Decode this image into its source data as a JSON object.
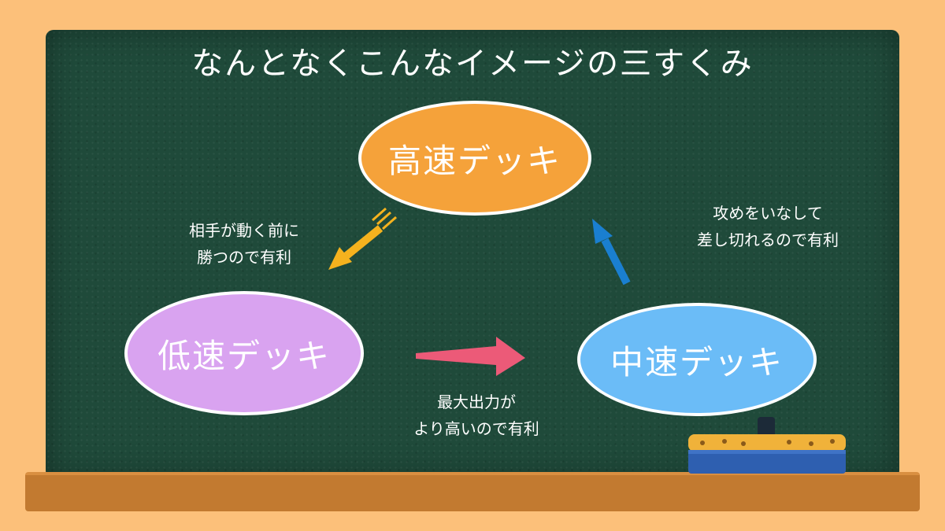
{
  "title": "なんとなくこんなイメージの三すくみ",
  "nodes": {
    "fast": {
      "label": "高速デッキ",
      "color": "#f5a23a"
    },
    "slow": {
      "label": "低速デッキ",
      "color": "#d9a3f0"
    },
    "mid": {
      "label": "中速デッキ",
      "color": "#6bbcf7"
    }
  },
  "edges": {
    "fast_to_slow": {
      "line1": "相手が動く前に",
      "line2": "勝つので有利",
      "color": "#f5b21e"
    },
    "slow_to_mid": {
      "line1": "最大出力が",
      "line2": "より高いので有利",
      "color": "#ec5a78"
    },
    "mid_to_fast": {
      "line1": "攻めをいなして",
      "line2": "差し切れるので有利",
      "color": "#1a7fd0"
    }
  },
  "colors": {
    "background": "#fcc07a",
    "board": "#1f4a3a",
    "ledge": "#c27a30"
  }
}
